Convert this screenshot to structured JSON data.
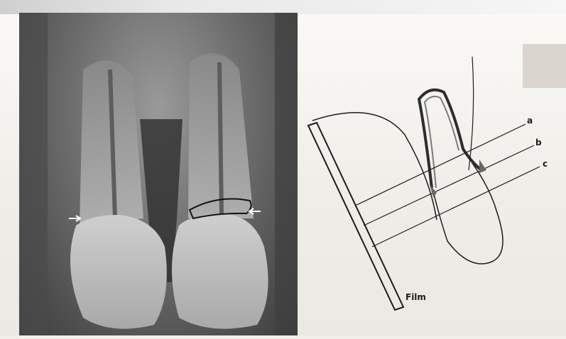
{
  "figure": {
    "line_labels": [
      "a",
      "b",
      "c"
    ],
    "film_label": "Film"
  }
}
